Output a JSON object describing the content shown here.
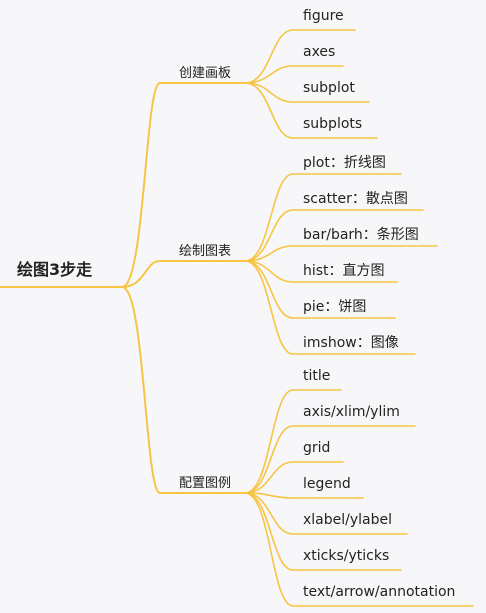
{
  "mindmap": {
    "root": "绘图3步走",
    "line_color": "#f7c443",
    "branches": [
      {
        "label": "创建画板",
        "leaves": [
          "figure",
          "axes",
          "subplot",
          "subplots"
        ]
      },
      {
        "label": "绘制图表",
        "leaves": [
          "plot：折线图",
          "scatter：散点图",
          "bar/barh：条形图",
          "hist：直方图",
          "pie：饼图",
          "imshow：图像"
        ]
      },
      {
        "label": "配置图例",
        "leaves": [
          "title",
          "axis/xlim/ylim",
          "grid",
          "legend",
          "xlabel/ylabel",
          "xticks/yticks",
          "text/arrow/annotation"
        ]
      }
    ]
  }
}
